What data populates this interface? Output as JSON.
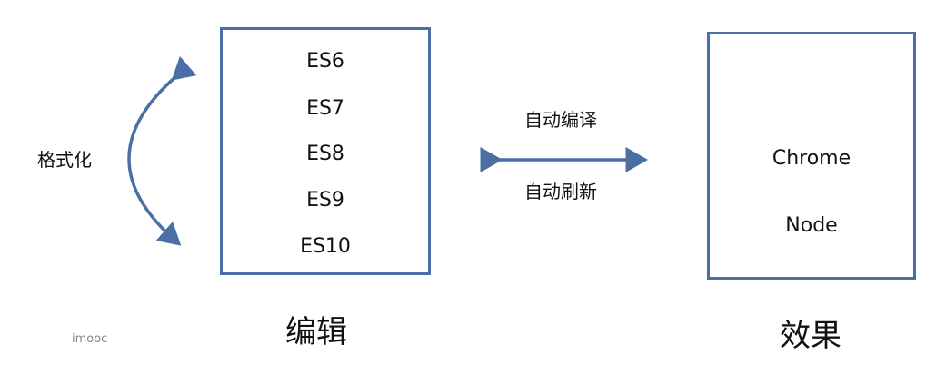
{
  "editor": {
    "items": [
      "ES6",
      "ES7",
      "ES8",
      "ES9",
      "ES10"
    ],
    "caption": "编辑"
  },
  "format_label": "格式化",
  "link": {
    "top_label": "自动编译",
    "bottom_label": "自动刷新"
  },
  "result": {
    "top_label": "Chrome",
    "bottom_label": "Node",
    "caption": "效果"
  },
  "watermark": "imooc",
  "colors": {
    "accent": "#4a6fa5",
    "text": "#111111"
  }
}
